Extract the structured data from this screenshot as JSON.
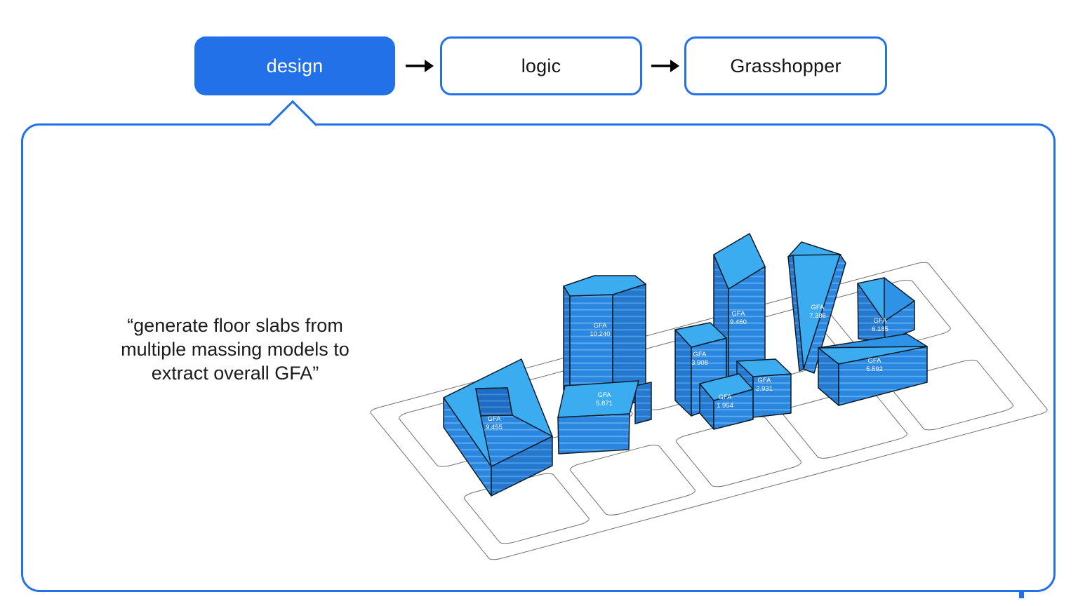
{
  "flow": {
    "steps": [
      {
        "label": "design",
        "state": "active"
      },
      {
        "label": "logic",
        "state": "default"
      },
      {
        "label": "Grasshopper",
        "state": "default"
      }
    ]
  },
  "panel": {
    "quote_line1": "“generate floor slabs from",
    "quote_line2": "multiple massing models to",
    "quote_line3": "extract overall GFA”"
  },
  "massing": {
    "labels": [
      {
        "name": "GFA",
        "value": "9.455"
      },
      {
        "name": "GFA",
        "value": "10.240"
      },
      {
        "name": "GFA",
        "value": "5.871"
      },
      {
        "name": "GFA",
        "value": "3.908"
      },
      {
        "name": "GFA",
        "value": "9.460"
      },
      {
        "name": "GFA",
        "value": "1.954"
      },
      {
        "name": "GFA",
        "value": "2.931"
      },
      {
        "name": "GFA",
        "value": "7.386"
      },
      {
        "name": "GFA",
        "value": "6.185"
      },
      {
        "name": "GFA",
        "value": "5.592"
      }
    ]
  },
  "colors": {
    "accent_blue": "#2371E9",
    "massing_light": "#3CACF0",
    "massing_medium": "#2B86DF",
    "massing_side": "#2578CE",
    "massing_dark": "#1F6CC4",
    "outline": "#0E1B28",
    "ground_line": "#707070",
    "label_text": "#FFFFFF"
  }
}
